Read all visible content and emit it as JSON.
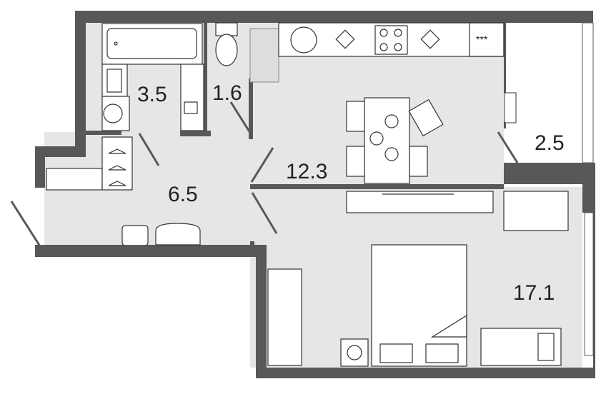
{
  "plan": {
    "colors": {
      "wall": "#58585a",
      "floor": "#e6e6e6",
      "balcony": "#ffffff"
    },
    "rooms": [
      {
        "name": "bathroom",
        "area": "3.5"
      },
      {
        "name": "toilet",
        "area": "1.6"
      },
      {
        "name": "kitchen",
        "area": "12.3"
      },
      {
        "name": "balcony",
        "area": "2.5"
      },
      {
        "name": "hallway",
        "area": "6.5"
      },
      {
        "name": "bedroom",
        "area": "17.1"
      }
    ],
    "icons": {
      "fridge_dots": "***"
    }
  }
}
